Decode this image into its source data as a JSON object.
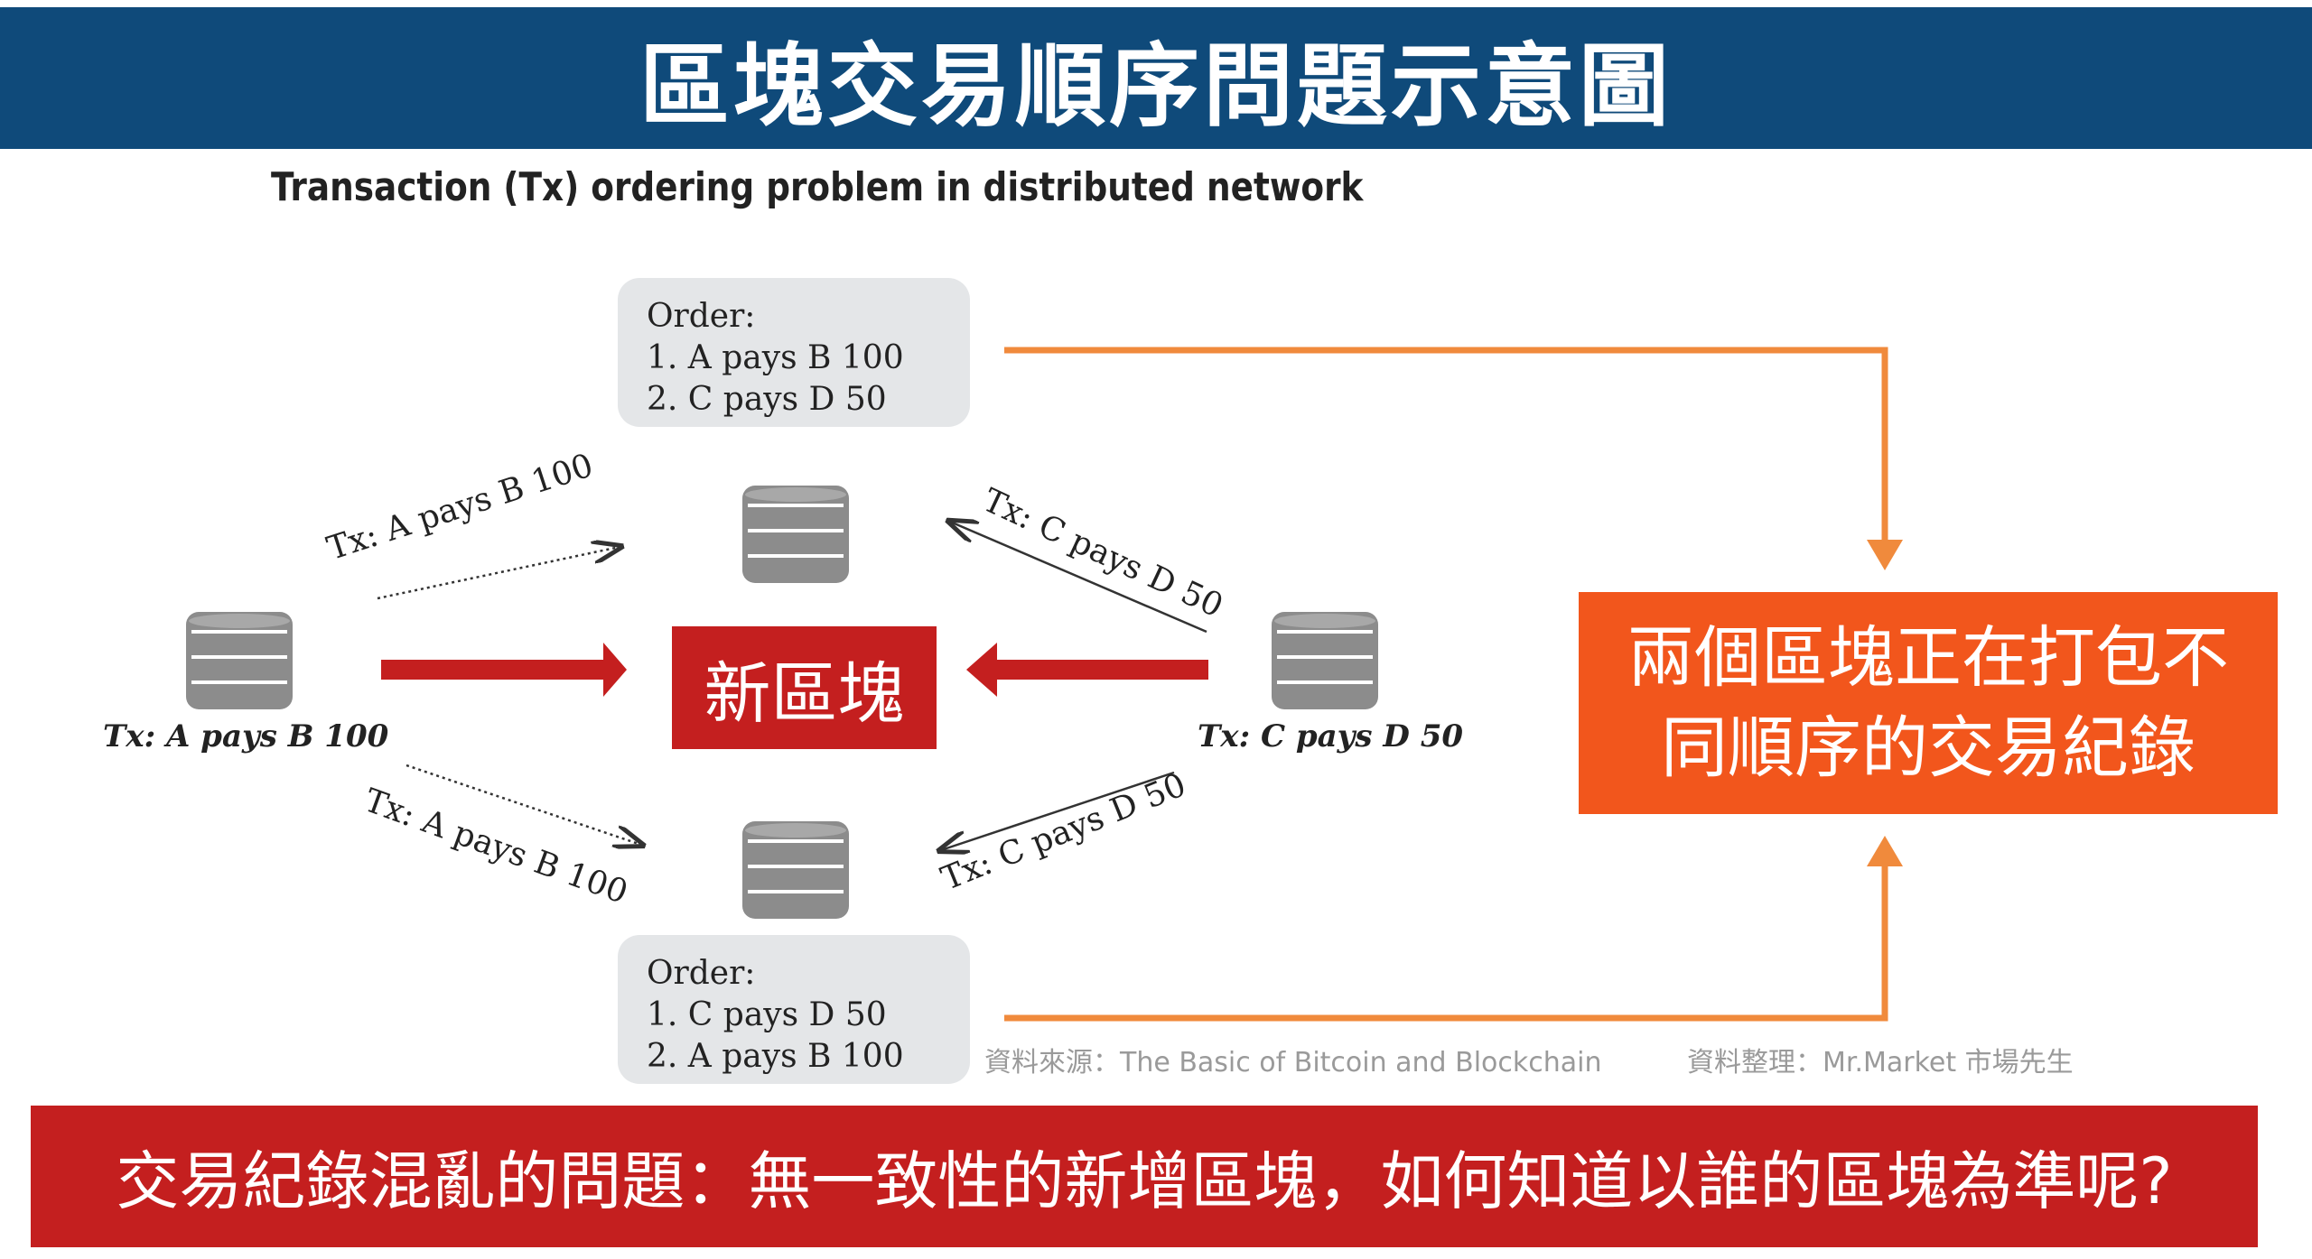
{
  "title": "區塊交易順序問題示意圖",
  "subtitle": "Transaction (Tx) ordering problem in distributed network",
  "top_order": {
    "heading": "Order:",
    "line1": "1. A pays B 100",
    "line2": "2. C pays D 50"
  },
  "bottom_order": {
    "heading": "Order:",
    "line1": "1. C pays D 50",
    "line2": "2. A pays B 100"
  },
  "left_node_label": "Tx: A pays B 100",
  "right_node_label": "Tx: C pays D 50",
  "edge_labels": {
    "top_left": "Tx: A pays B 100",
    "top_right": "Tx: C pays D 50",
    "bottom_left": "Tx: A pays B 100",
    "bottom_right": "Tx: C pays D 50"
  },
  "new_block_label": "新區塊",
  "orange_box": {
    "line1": "兩個區塊正在打包不",
    "line2": "同順序的交易紀錄"
  },
  "credits": {
    "source": "資料來源：The Basic of Bitcoin and Blockchain",
    "compiled": "資料整理：Mr.Market 市場先生"
  },
  "bottom_banner": "交易紀錄混亂的問題：無一致性的新增區塊，如何知道以誰的區塊為準呢?",
  "colors": {
    "title_bar": "#0f4a7a",
    "red": "#c41f1f",
    "orange_box": "#f2561c",
    "orange_line": "#f08a3c",
    "db_icon": "#8c8c8c"
  }
}
